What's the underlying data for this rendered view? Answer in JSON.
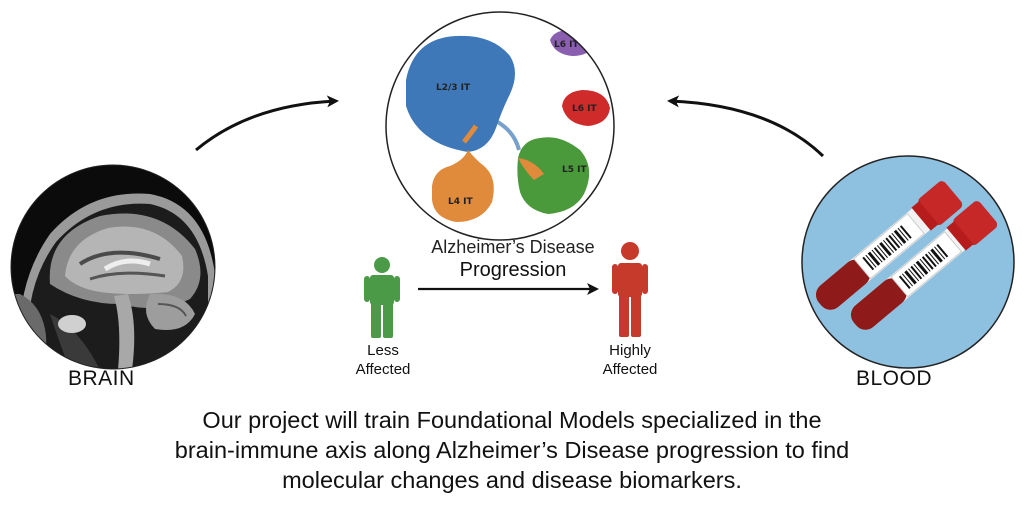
{
  "left": {
    "label": "BRAIN"
  },
  "right": {
    "label": "BLOOD"
  },
  "umap": {
    "clusters": [
      {
        "name": "L2/3 IT",
        "color": "#3e78b8"
      },
      {
        "name": "L6 IT",
        "color": "#8a5fb0"
      },
      {
        "name": "L6 IT",
        "color": "#cf2b2b"
      },
      {
        "name": "L5 IT",
        "color": "#4a9a3c"
      },
      {
        "name": "L4 IT",
        "color": "#e08a3c"
      }
    ]
  },
  "progression": {
    "title_line1": "Alzheimer’s Disease",
    "title_line2": "Progression",
    "less": {
      "line1": "Less",
      "line2": "Affected",
      "color": "#4a9a47"
    },
    "high": {
      "line1": "Highly",
      "line2": "Affected",
      "color": "#c63a2c"
    }
  },
  "caption": {
    "line1": "Our project will train Foundational Models specialized in the",
    "line2": "brain-immune axis along Alzheimer’s Disease progression to find",
    "line3": "molecular changes and disease biomarkers."
  }
}
